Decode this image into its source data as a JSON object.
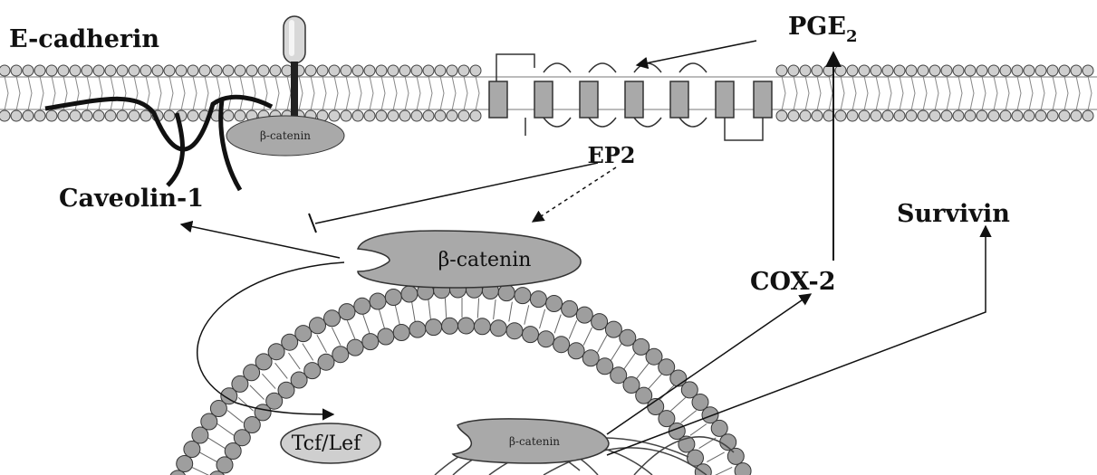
{
  "labels": {
    "e_cadherin": "E-cadherin",
    "pge2_main": "PGE",
    "pge2_sub": "2",
    "ep2": "EP2",
    "caveolin": "Caveolin-1",
    "beta_catenin_small": "β-catenin",
    "beta_catenin_main": "β-catenin",
    "survivin": "Survivin",
    "cox2": "COX-2",
    "tcf_lef": "Tcf/Lef",
    "beta_catenin_nuclear": "β-catenin"
  },
  "colors": {
    "lipid_head": "#cfcfcf",
    "lipid_stroke": "#444444",
    "protein_fill": "#a9a9a9",
    "line": "#111111"
  }
}
